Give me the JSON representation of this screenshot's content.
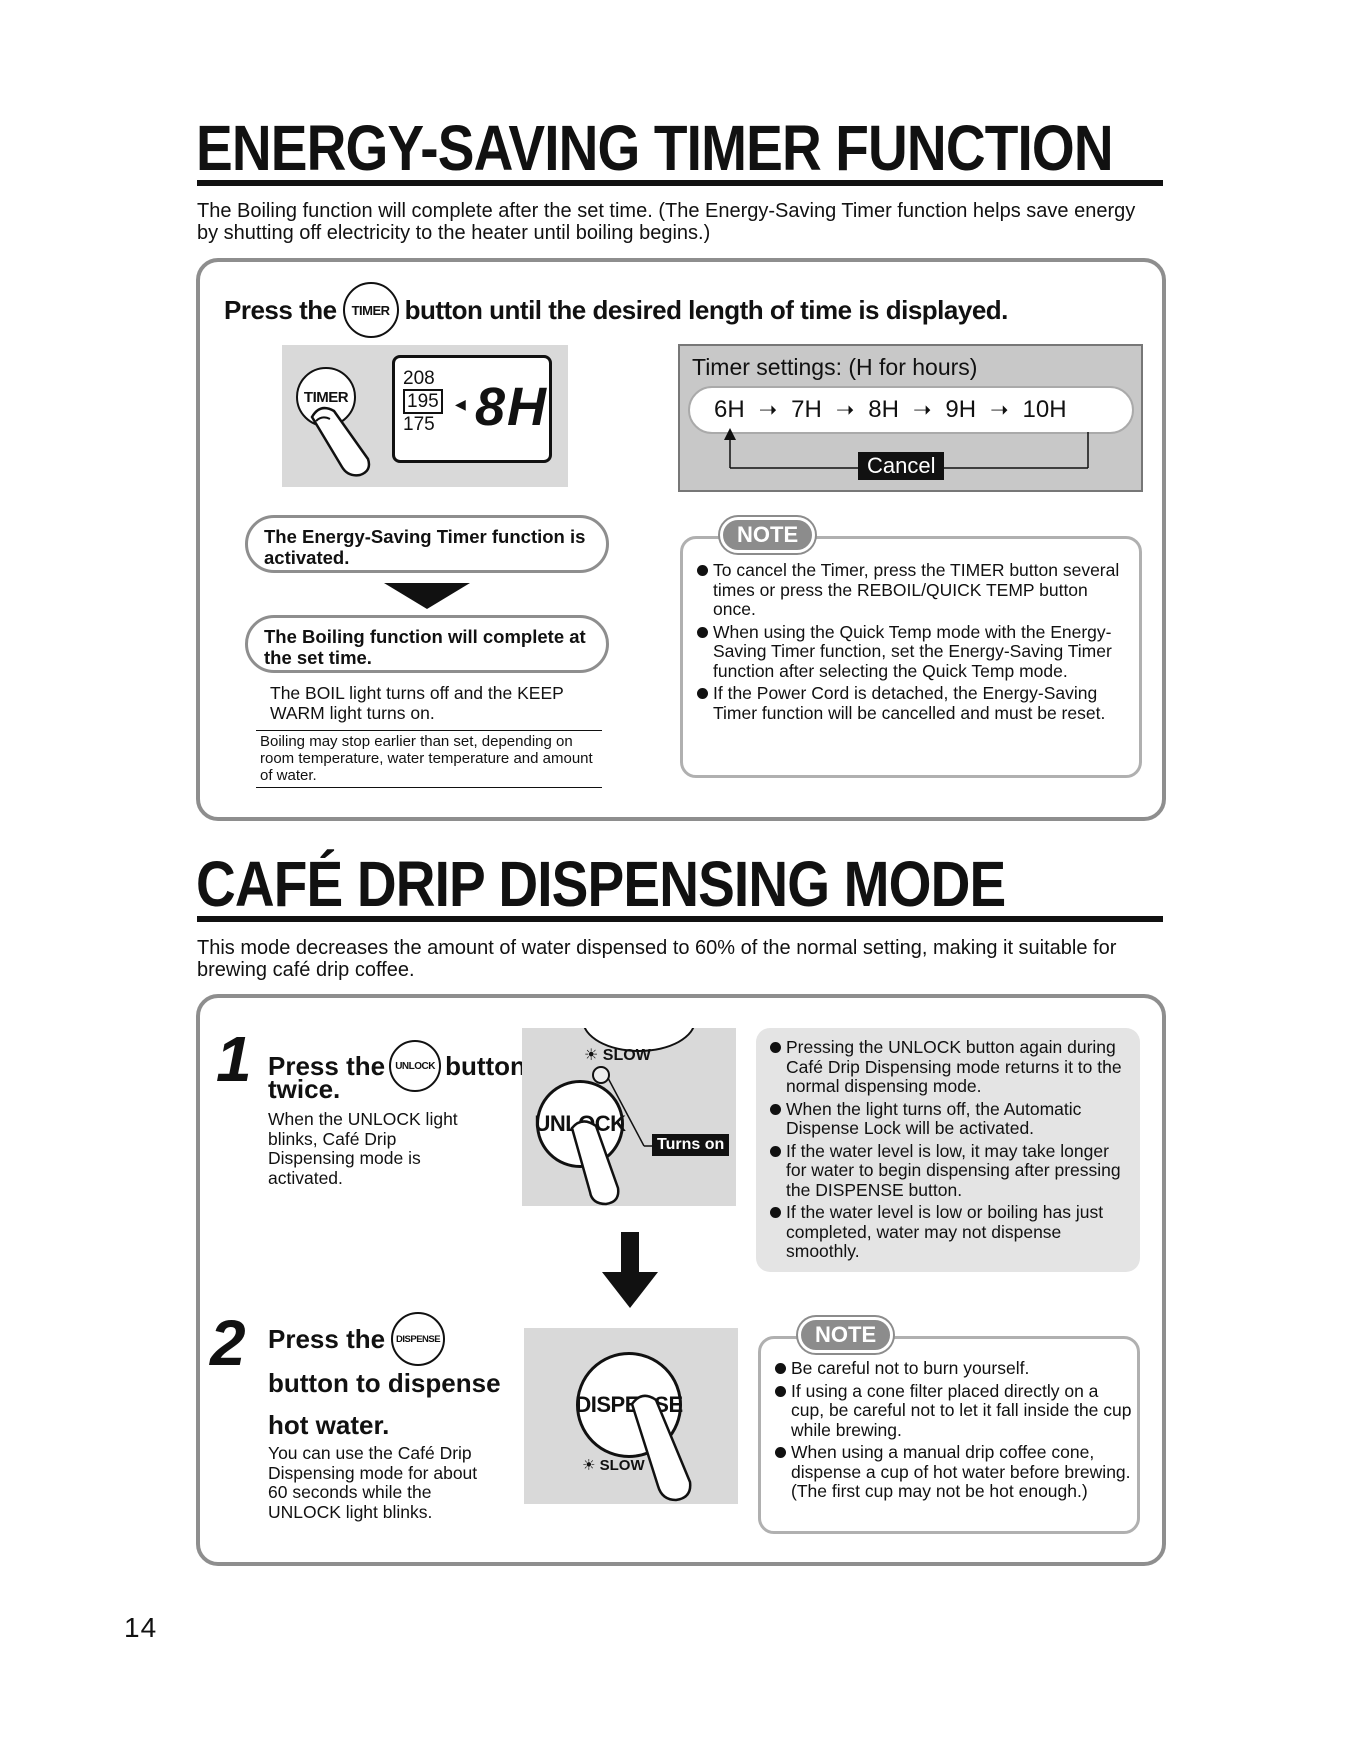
{
  "section1": {
    "title": "ENERGY-SAVING TIMER FUNCTION",
    "intro": "The Boiling function will complete after the set time. (The Energy-Saving Timer function helps save energy by shutting off electricity to the heater until boiling begins.)",
    "instruction_prefix": "Press the",
    "instruction_button": "TIMER",
    "instruction_suffix": "button until the desired length of time is displayed.",
    "illustration": {
      "button_label": "TIMER",
      "lcd_temps": [
        "208",
        "195",
        "175"
      ],
      "lcd_display": "8H"
    },
    "timer_settings": {
      "title": "Timer settings: (H for hours)",
      "options": [
        "6H",
        "7H",
        "8H",
        "9H",
        "10H"
      ],
      "cancel_label": "Cancel"
    },
    "bubble1": "The Energy-Saving Timer function is activated.",
    "bubble2": "The Boiling function will complete at the set time.",
    "bubble2_detail": "The BOIL light turns off and the KEEP WARM light turns on.",
    "caution": "Boiling may stop earlier than set, depending on room temperature, water temperature and amount of water.",
    "note": {
      "tag": "NOTE",
      "items": [
        "To cancel the Timer, press the TIMER button several times or press the REBOIL/QUICK TEMP button once.",
        "When using the Quick Temp mode with the Energy-Saving Timer function, set the Energy-Saving Timer function after selecting the Quick Temp mode.",
        "If the Power Cord is detached, the Energy-Saving Timer function will be cancelled and must be reset."
      ]
    }
  },
  "section2": {
    "title": "CAFÉ DRIP DISPENSING MODE",
    "intro": "This mode decreases the amount of water dispensed to 60% of the normal setting, making it suitable for brewing café drip coffee.",
    "step1": {
      "number": "1",
      "head_prefix": "Press the",
      "button": "UNLOCK",
      "head_suffix": "button",
      "head_line2": "twice.",
      "body": "When the UNLOCK light blinks, Café Drip Dispensing mode is activated.",
      "illus_slow": "SLOW",
      "illus_button": "UNLOCK",
      "illus_turns_on": "Turns on"
    },
    "step1_info": [
      "Pressing the UNLOCK button again during Café Drip Dispensing mode returns it to the normal dispensing mode.",
      "When the light turns off, the Automatic Dispense Lock will be activated.",
      "If the water level is low, it may take longer for water to begin dispensing after pressing the DISPENSE button.",
      "If the water level is low or boiling has just completed, water may not dispense smoothly."
    ],
    "step2": {
      "number": "2",
      "head_prefix": "Press the",
      "button": "DISPENSE",
      "head_line2": "button to dispense",
      "head_line3": "hot water.",
      "body": "You can use the Café Drip Dispensing mode for about 60 seconds while the UNLOCK light blinks.",
      "illus_button": "DISPENSE",
      "illus_slow": "SLOW"
    },
    "note": {
      "tag": "NOTE",
      "items": [
        "Be careful not to burn yourself.",
        "If using a cone filter placed directly on a cup, be careful not to let it fall inside the cup while brewing.",
        "When using a manual drip coffee cone, dispense a cup of hot water before brewing. (The first cup may not be hot enough.)"
      ]
    }
  },
  "page_number": "14"
}
